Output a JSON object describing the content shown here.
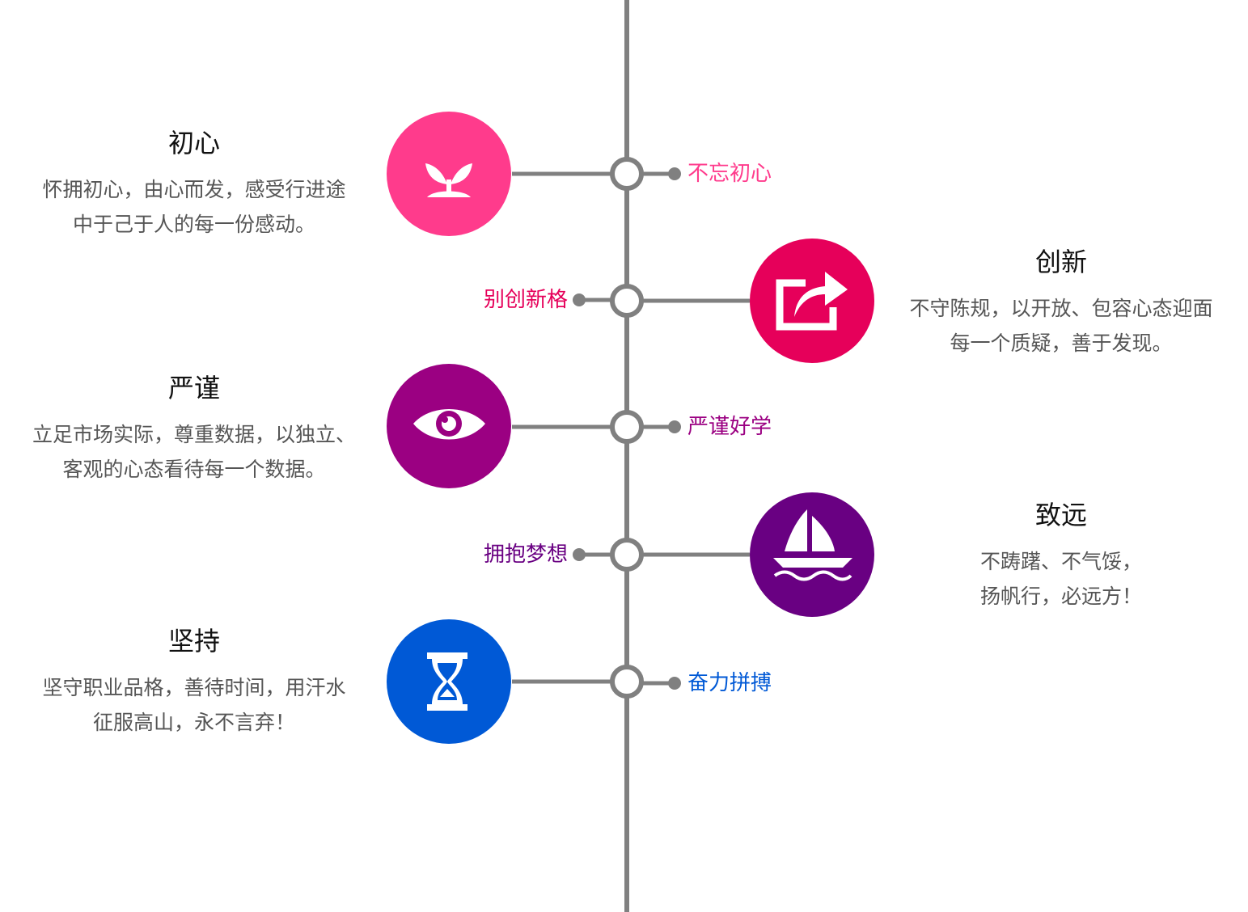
{
  "colors": {
    "line": "#808080"
  },
  "items": [
    {
      "title": "初心",
      "desc1": "怀拥初心，由心而发，感受行进途",
      "desc2": "中于己于人的每一份感动。",
      "tag": "不忘初心",
      "color": "#ff3b8c",
      "icon": "sprout-icon"
    },
    {
      "title": "创新",
      "desc1": "不守陈规，以开放、包容心态迎面",
      "desc2": "每一个质疑，善于发现。",
      "tag": "别创新格",
      "color": "#e6005a",
      "icon": "share-icon"
    },
    {
      "title": "严谨",
      "desc1": "立足市场实际，尊重数据，以独立、",
      "desc2": "客观的心态看待每一个数据。",
      "tag": "严谨好学",
      "color": "#9b0082",
      "icon": "eye-icon"
    },
    {
      "title": "致远",
      "desc1": "不踌躇、不气馁，",
      "desc2": "扬帆行，必远方！",
      "tag": "拥抱梦想",
      "color": "#690082",
      "icon": "sailboat-icon"
    },
    {
      "title": "坚持",
      "desc1": "坚守职业品格，善待时间，用汗水",
      "desc2": "征服高山，永不言弃！",
      "tag": "奋力拼搏",
      "color": "#0059d6",
      "icon": "hourglass-icon"
    }
  ]
}
